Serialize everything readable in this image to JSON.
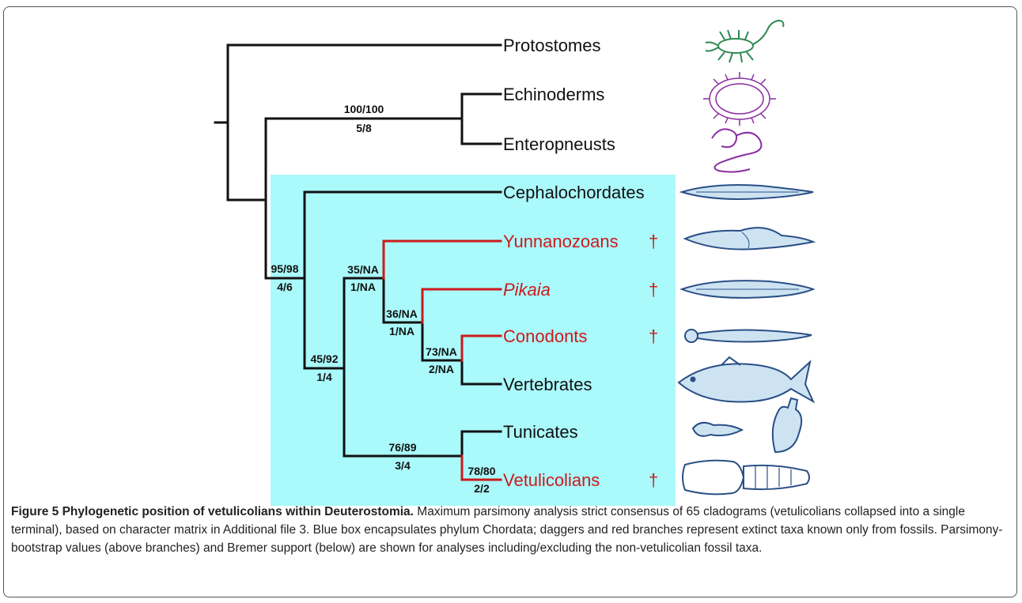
{
  "colors": {
    "chordata_box": "#aaf9fb",
    "extinct": "#cc1a1a",
    "branch": "#111111",
    "illustration": "#2a4f86",
    "protostome_illustration": "#2f8a52",
    "ambulacraria_illustration": "#8a2ea0"
  },
  "taxa": {
    "protostomes": "Protostomes",
    "echinoderms": "Echinoderms",
    "enteropneusts": "Enteropneusts",
    "cephalochordates": "Cephalochordates",
    "yunnanozoans": "Yunnanozoans",
    "pikaia": "Pikaia",
    "conodonts": "Conodonts",
    "vertebrates": "Vertebrates",
    "tunicates": "Tunicates",
    "vetulicolians": "Vetulicolians"
  },
  "extinct_marker": "†",
  "support": {
    "ambulacraria": {
      "bootstrap": "100/100",
      "bremer": "5/8"
    },
    "deuterostomia": {
      "bootstrap": "95/98",
      "bremer": "4/6"
    },
    "chordata": {
      "bootstrap": "45/92",
      "bremer": "1/4"
    },
    "yunnanozoans_node": {
      "bootstrap": "35/NA",
      "bremer": "1/NA"
    },
    "pikaia_node": {
      "bootstrap": "36/NA",
      "bremer": "1/NA"
    },
    "conodonts_node": {
      "bootstrap": "73/NA",
      "bremer": "2/NA"
    },
    "tunicates_node": {
      "bootstrap": "76/89",
      "bremer": "3/4"
    },
    "vetulicolians_node": {
      "bootstrap": "78/80",
      "bremer": "2/2"
    }
  },
  "illustrations": {
    "protostomes": "scorpion-icon",
    "echinoderms": "sea-urchin-icon",
    "enteropneusts": "acorn-worm-icon",
    "cephalochordates": "lancelet-icon",
    "yunnanozoans": "yunnanozoan-icon",
    "pikaia": "pikaia-icon",
    "conodonts": "conodont-icon",
    "vertebrates": "fish-icon",
    "tunicates": "tunicate-icon",
    "vetulicolians": "vetulicolian-icon"
  },
  "caption": {
    "title": "Figure 5 Phylogenetic position of vetulicolians within Deuterostomia.",
    "text": "Maximum parsimony analysis strict consensus of 65 cladograms (vetulicolians collapsed into a single terminal), based on character matrix in Additional file 3. Blue box encapsulates phylum Chordata; daggers and red branches represent extinct taxa known only from fossils. Parsimony-bootstrap values (above branches) and Bremer support (below) are shown for analyses including/excluding the non-vetulicolian fossil taxa."
  }
}
